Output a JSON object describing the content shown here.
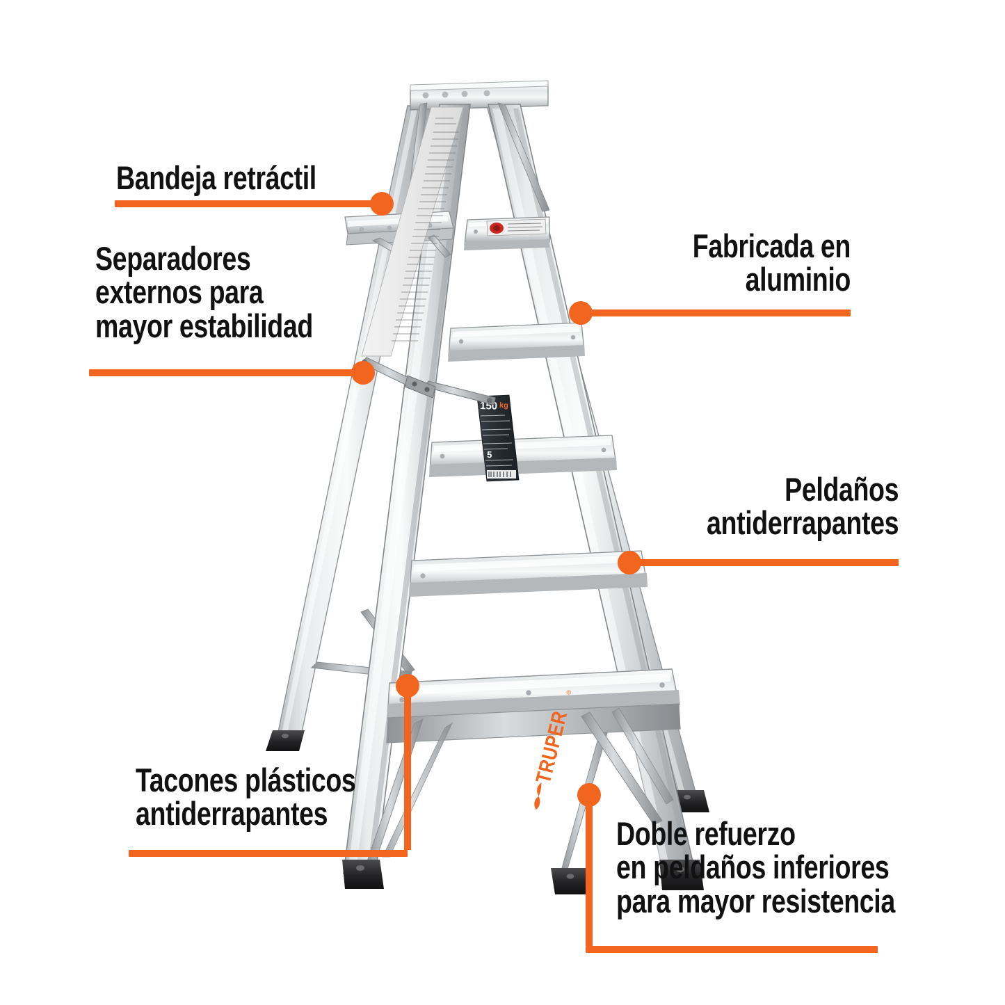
{
  "product": {
    "brand": "TRUPER",
    "type": "aluminum step ladder infographic",
    "capacity_label": "150 kg",
    "steps_label": "5"
  },
  "accent_color": "#F2651E",
  "text_color": "#111111",
  "background_color": "#FFFFFF",
  "callouts": [
    {
      "id": "bandeja",
      "text": "Bandeja retráctil",
      "align": "left",
      "connector": "straight"
    },
    {
      "id": "separadores",
      "text": "Separadores\nexternos para\nmayor estabilidad",
      "align": "left",
      "connector": "straight"
    },
    {
      "id": "fabricada",
      "text": "Fabricada en\naluminio",
      "align": "right",
      "connector": "straight"
    },
    {
      "id": "peldanos",
      "text": "Peldaños\nantiderrapantes",
      "align": "right",
      "connector": "straight"
    },
    {
      "id": "tacones",
      "text": "Tacones plásticos\nantiderrapantes",
      "align": "left",
      "connector": "elbow"
    },
    {
      "id": "refuerzo",
      "text": "Doble refuerzo\nen peldaños inferiores\npara mayor resistencia",
      "align": "left",
      "connector": "elbow"
    }
  ]
}
